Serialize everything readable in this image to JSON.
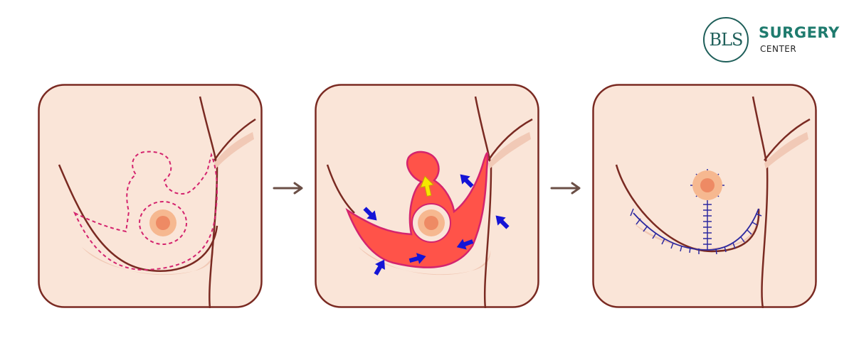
{
  "logo": {
    "monogram": "BLS",
    "title": "SURGERY",
    "subtitle": "CENTER",
    "colors": {
      "ring": "#1f5f5a",
      "title": "#1f7b6e"
    }
  },
  "colors": {
    "skin": "#fae5d8",
    "shadow": "#f1c9b6",
    "outline": "#7a2a22",
    "incision_dashed": "#d4246e",
    "tissue_removed": "#ff5349",
    "tissue_border": "#d4246e",
    "areola": "#f6b890",
    "nipple": "#ee8a64",
    "blue_arrow": "#1414d6",
    "yellow_arrow": "#f6e800",
    "suture": "#2e2aa0",
    "step_arrow": "#6b4f46"
  },
  "panels": [
    {
      "step": "incision-marking",
      "icons": [
        "dashed-keyhole-incision-line",
        "areola-circle-incision"
      ]
    },
    {
      "step": "tissue-removal-and-lift",
      "icons": [
        "removed-tissue-area",
        "nipple-lift-arrow",
        "skin-closure-arrows"
      ]
    },
    {
      "step": "sutured-result",
      "icons": [
        "vertical-suture-line",
        "inframammary-suture-line",
        "periareolar-sutures"
      ]
    }
  ],
  "step_arrows": [
    "right-arrow-icon",
    "right-arrow-icon"
  ]
}
